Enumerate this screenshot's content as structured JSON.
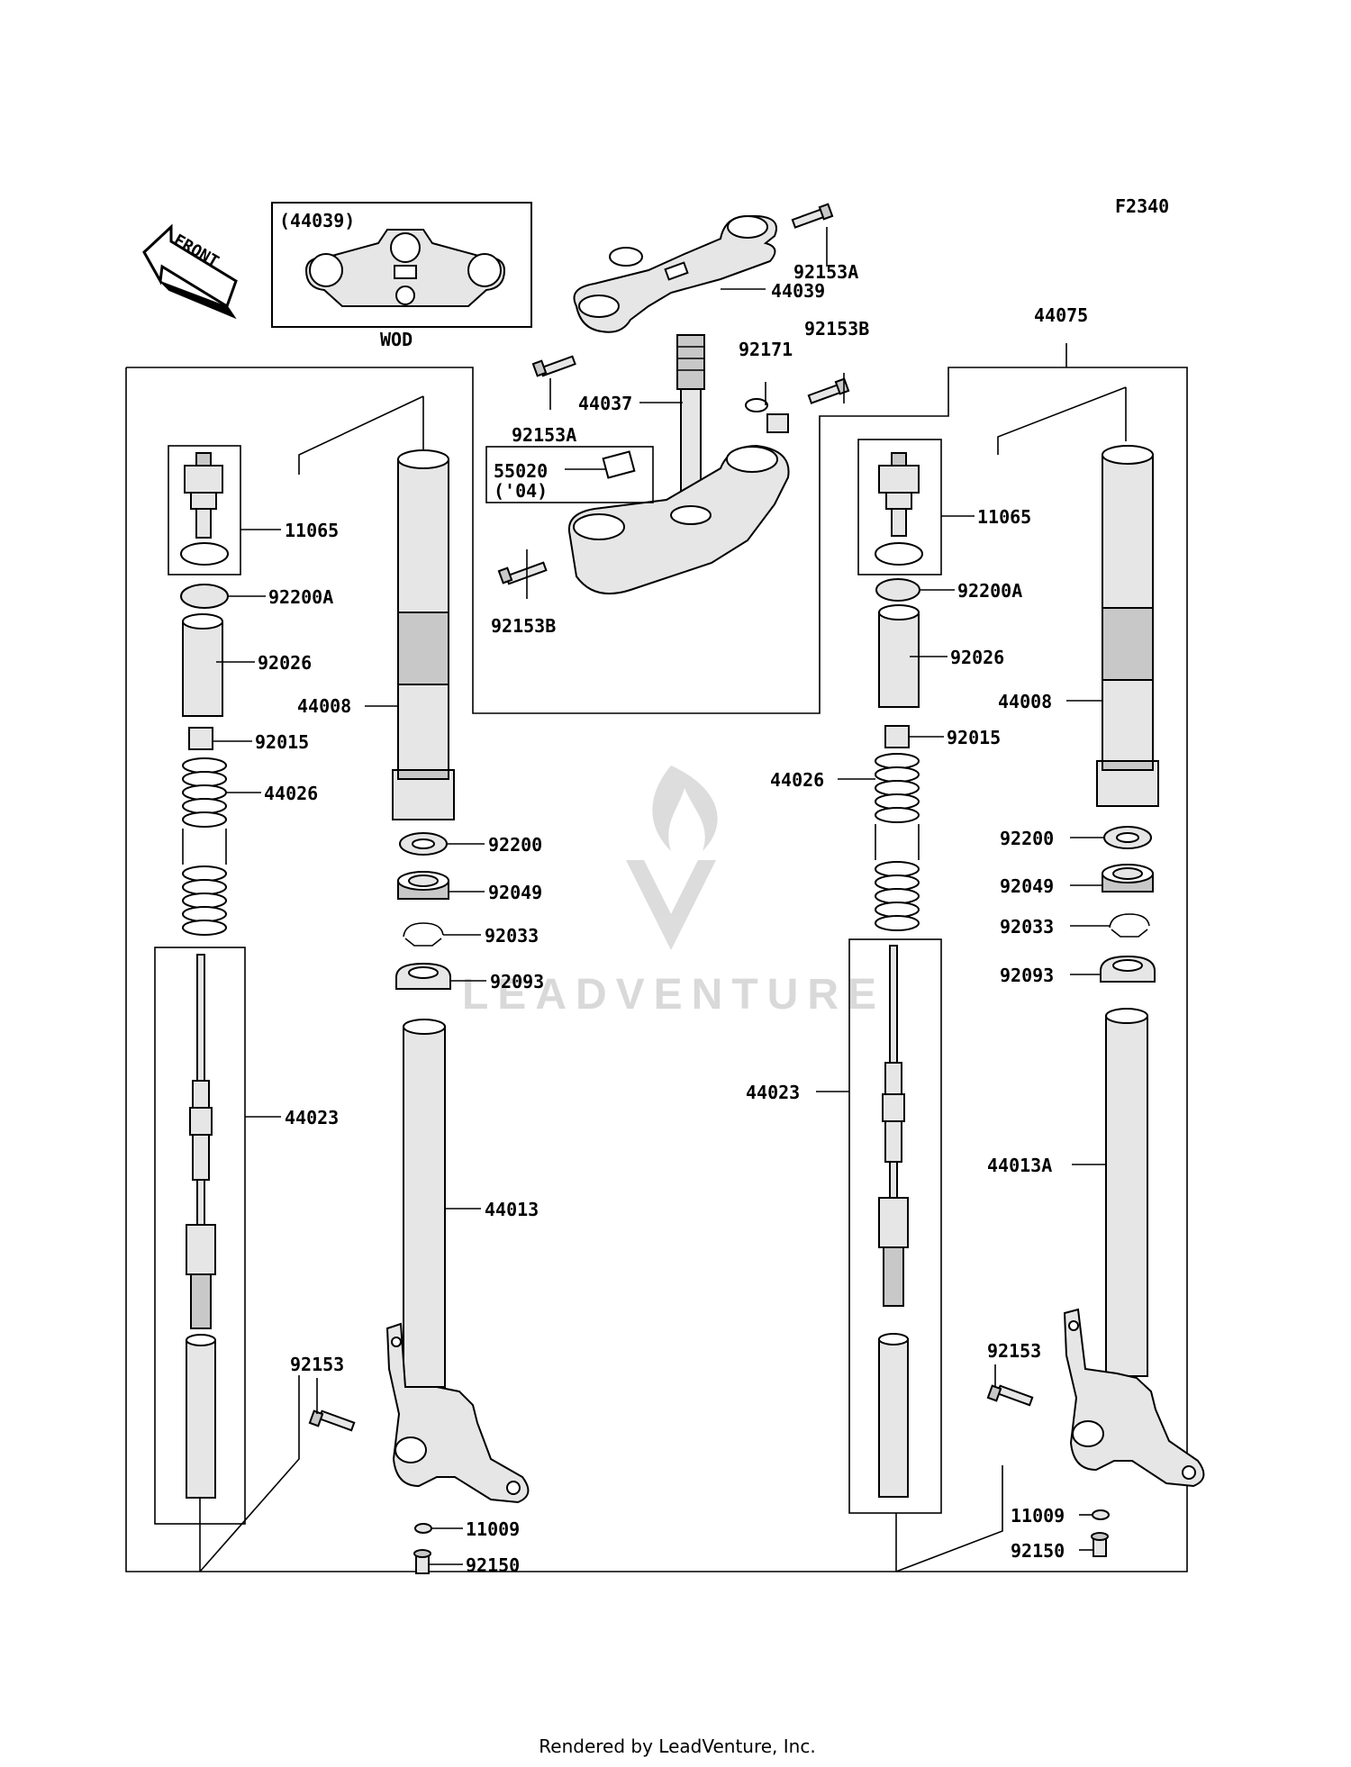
{
  "figure_code": "F2340",
  "front_label": "FRONT",
  "variant": {
    "part": "(44039)",
    "region": "WOD"
  },
  "assembly": {
    "number": "44075"
  },
  "center": {
    "p92153A_top": "92153A",
    "p44039": "44039",
    "p92153B_top": "92153B",
    "p92171": "92171",
    "p44037": "44037",
    "p92153A_left": "92153A",
    "p55020": "55020",
    "p55020_year": "('04)",
    "p92153B_bottom": "92153B"
  },
  "left_fork": {
    "p11065": "11065",
    "p92200A": "92200A",
    "p92026": "92026",
    "p44008": "44008",
    "p92015": "92015",
    "p44026": "44026",
    "p92200": "92200",
    "p92049": "92049",
    "p92033": "92033",
    "p92093": "92093",
    "p44023": "44023",
    "p44013": "44013",
    "p92153": "92153",
    "p11009": "11009",
    "p92150": "92150"
  },
  "right_fork": {
    "p11065": "11065",
    "p92200A": "92200A",
    "p92026": "92026",
    "p44008": "44008",
    "p92015": "92015",
    "p44026": "44026",
    "p92200": "92200",
    "p92049": "92049",
    "p92033": "92033",
    "p92093": "92093",
    "p44023": "44023",
    "p44013A": "44013A",
    "p92153": "92153",
    "p11009": "11009",
    "p92150": "92150"
  },
  "watermark": "LEADVENTURE",
  "footer": "Rendered by LeadVenture, Inc."
}
